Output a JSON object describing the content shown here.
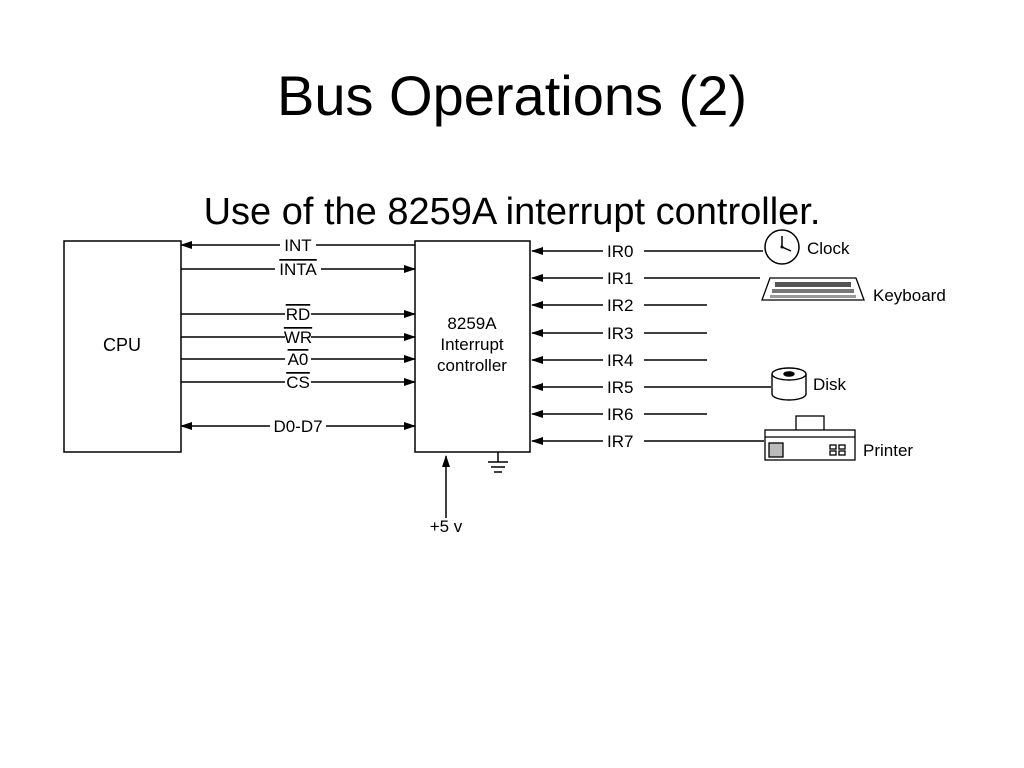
{
  "slide": {
    "title": "Bus Operations (2)",
    "subtitle": "Use of the 8259A interrupt controller."
  },
  "diagram": {
    "cpu_label": "CPU",
    "controller_label": [
      "8259A",
      "Interrupt",
      "controller"
    ],
    "bus_signals": [
      {
        "label": "INT",
        "overline": false,
        "direction": "to-cpu"
      },
      {
        "label": "INTA",
        "overline": true,
        "direction": "to-controller"
      },
      {
        "label": "RD",
        "overline": true,
        "direction": "to-controller"
      },
      {
        "label": "WR",
        "overline": true,
        "direction": "to-controller"
      },
      {
        "label": "A0",
        "overline": true,
        "direction": "to-controller"
      },
      {
        "label": "CS",
        "overline": true,
        "direction": "to-controller"
      },
      {
        "label": "D0-D7",
        "overline": false,
        "direction": "bidirectional"
      }
    ],
    "interrupt_lines": [
      {
        "label": "IR0",
        "device": "Clock",
        "device_icon": "clock-icon"
      },
      {
        "label": "IR1",
        "device": "Keyboard",
        "device_icon": "keyboard-icon"
      },
      {
        "label": "IR2",
        "device": "",
        "device_icon": ""
      },
      {
        "label": "IR3",
        "device": "",
        "device_icon": ""
      },
      {
        "label": "IR4",
        "device": "",
        "device_icon": ""
      },
      {
        "label": "IR5",
        "device": "Disk",
        "device_icon": "disk-icon"
      },
      {
        "label": "IR6",
        "device": "",
        "device_icon": ""
      },
      {
        "label": "IR7",
        "device": "Printer",
        "device_icon": "printer-icon"
      }
    ],
    "power_label": "+5 v",
    "ground_icon": "ground-icon"
  }
}
